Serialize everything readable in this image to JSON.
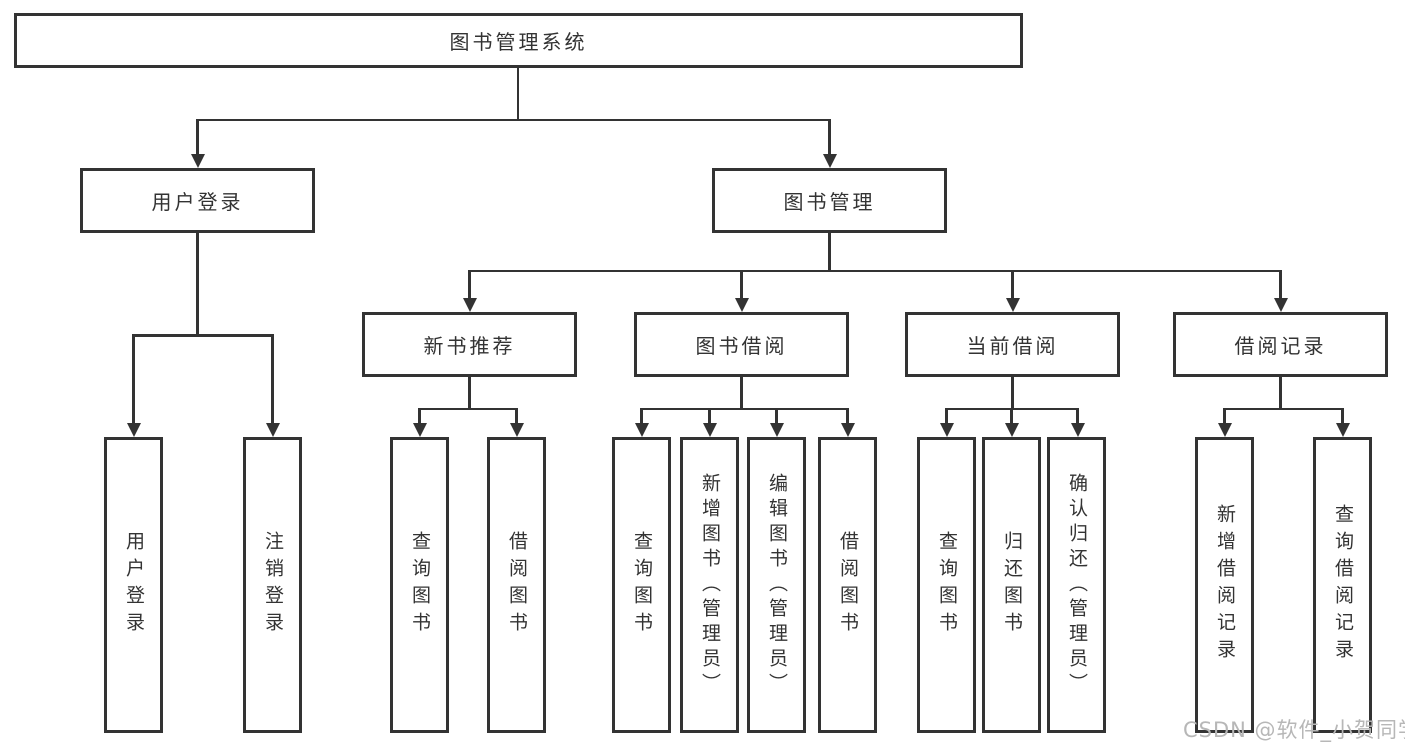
{
  "colors": {
    "line": "#333333",
    "border": "#333333",
    "text": "#333333",
    "background": "#ffffff",
    "watermark": "#b7b7b7"
  },
  "watermark": {
    "text": "CSDN @软件_小贺同学"
  },
  "tree": {
    "root": {
      "label": "图书管理系统"
    },
    "branches": [
      {
        "label": "用户登录",
        "children": [
          {
            "label": "用户登录"
          },
          {
            "label": "注销登录"
          }
        ]
      },
      {
        "label": "图书管理",
        "children": [
          {
            "label": "新书推荐",
            "children": [
              {
                "label": "查询图书"
              },
              {
                "label": "借阅图书"
              }
            ]
          },
          {
            "label": "图书借阅",
            "children": [
              {
                "label": "查询图书"
              },
              {
                "label": "新增图书（管理员）"
              },
              {
                "label": "编辑图书（管理员）"
              },
              {
                "label": "借阅图书"
              }
            ]
          },
          {
            "label": "当前借阅",
            "children": [
              {
                "label": "查询图书"
              },
              {
                "label": "归还图书"
              },
              {
                "label": "确认归还（管理员）"
              }
            ]
          },
          {
            "label": "借阅记录",
            "children": [
              {
                "label": "新增借阅记录"
              },
              {
                "label": "查询借阅记录"
              }
            ]
          }
        ]
      }
    ]
  }
}
